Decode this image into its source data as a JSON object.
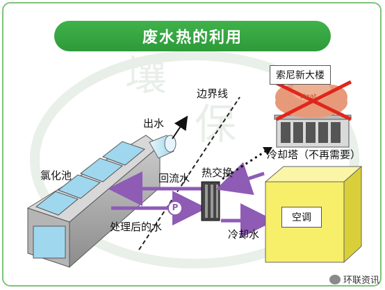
{
  "title": "废水热的利用",
  "labels": {
    "pool": "氯化池",
    "outflow": "出水",
    "boundary": "边界线",
    "return_water": "回流水",
    "heat_exchange": "热交换",
    "treated_water": "处理后的水",
    "cooling_water": "冷却水",
    "aircon": "空调",
    "building": "索尼新大楼",
    "cooling_tower": "冷却塔（不再需要）",
    "pump": "P",
    "heat": "Heat"
  },
  "watermark": {
    "text": "环联资讯",
    "icon": "wechat-icon"
  },
  "colors": {
    "frame": "#7cc476",
    "title_bg": "#35a641",
    "pipe_purple": "#8e5bb5",
    "box_yellow": "#f7ee6a",
    "pool_blue": "#9fd7ee",
    "cross_red": "#e0261b"
  }
}
